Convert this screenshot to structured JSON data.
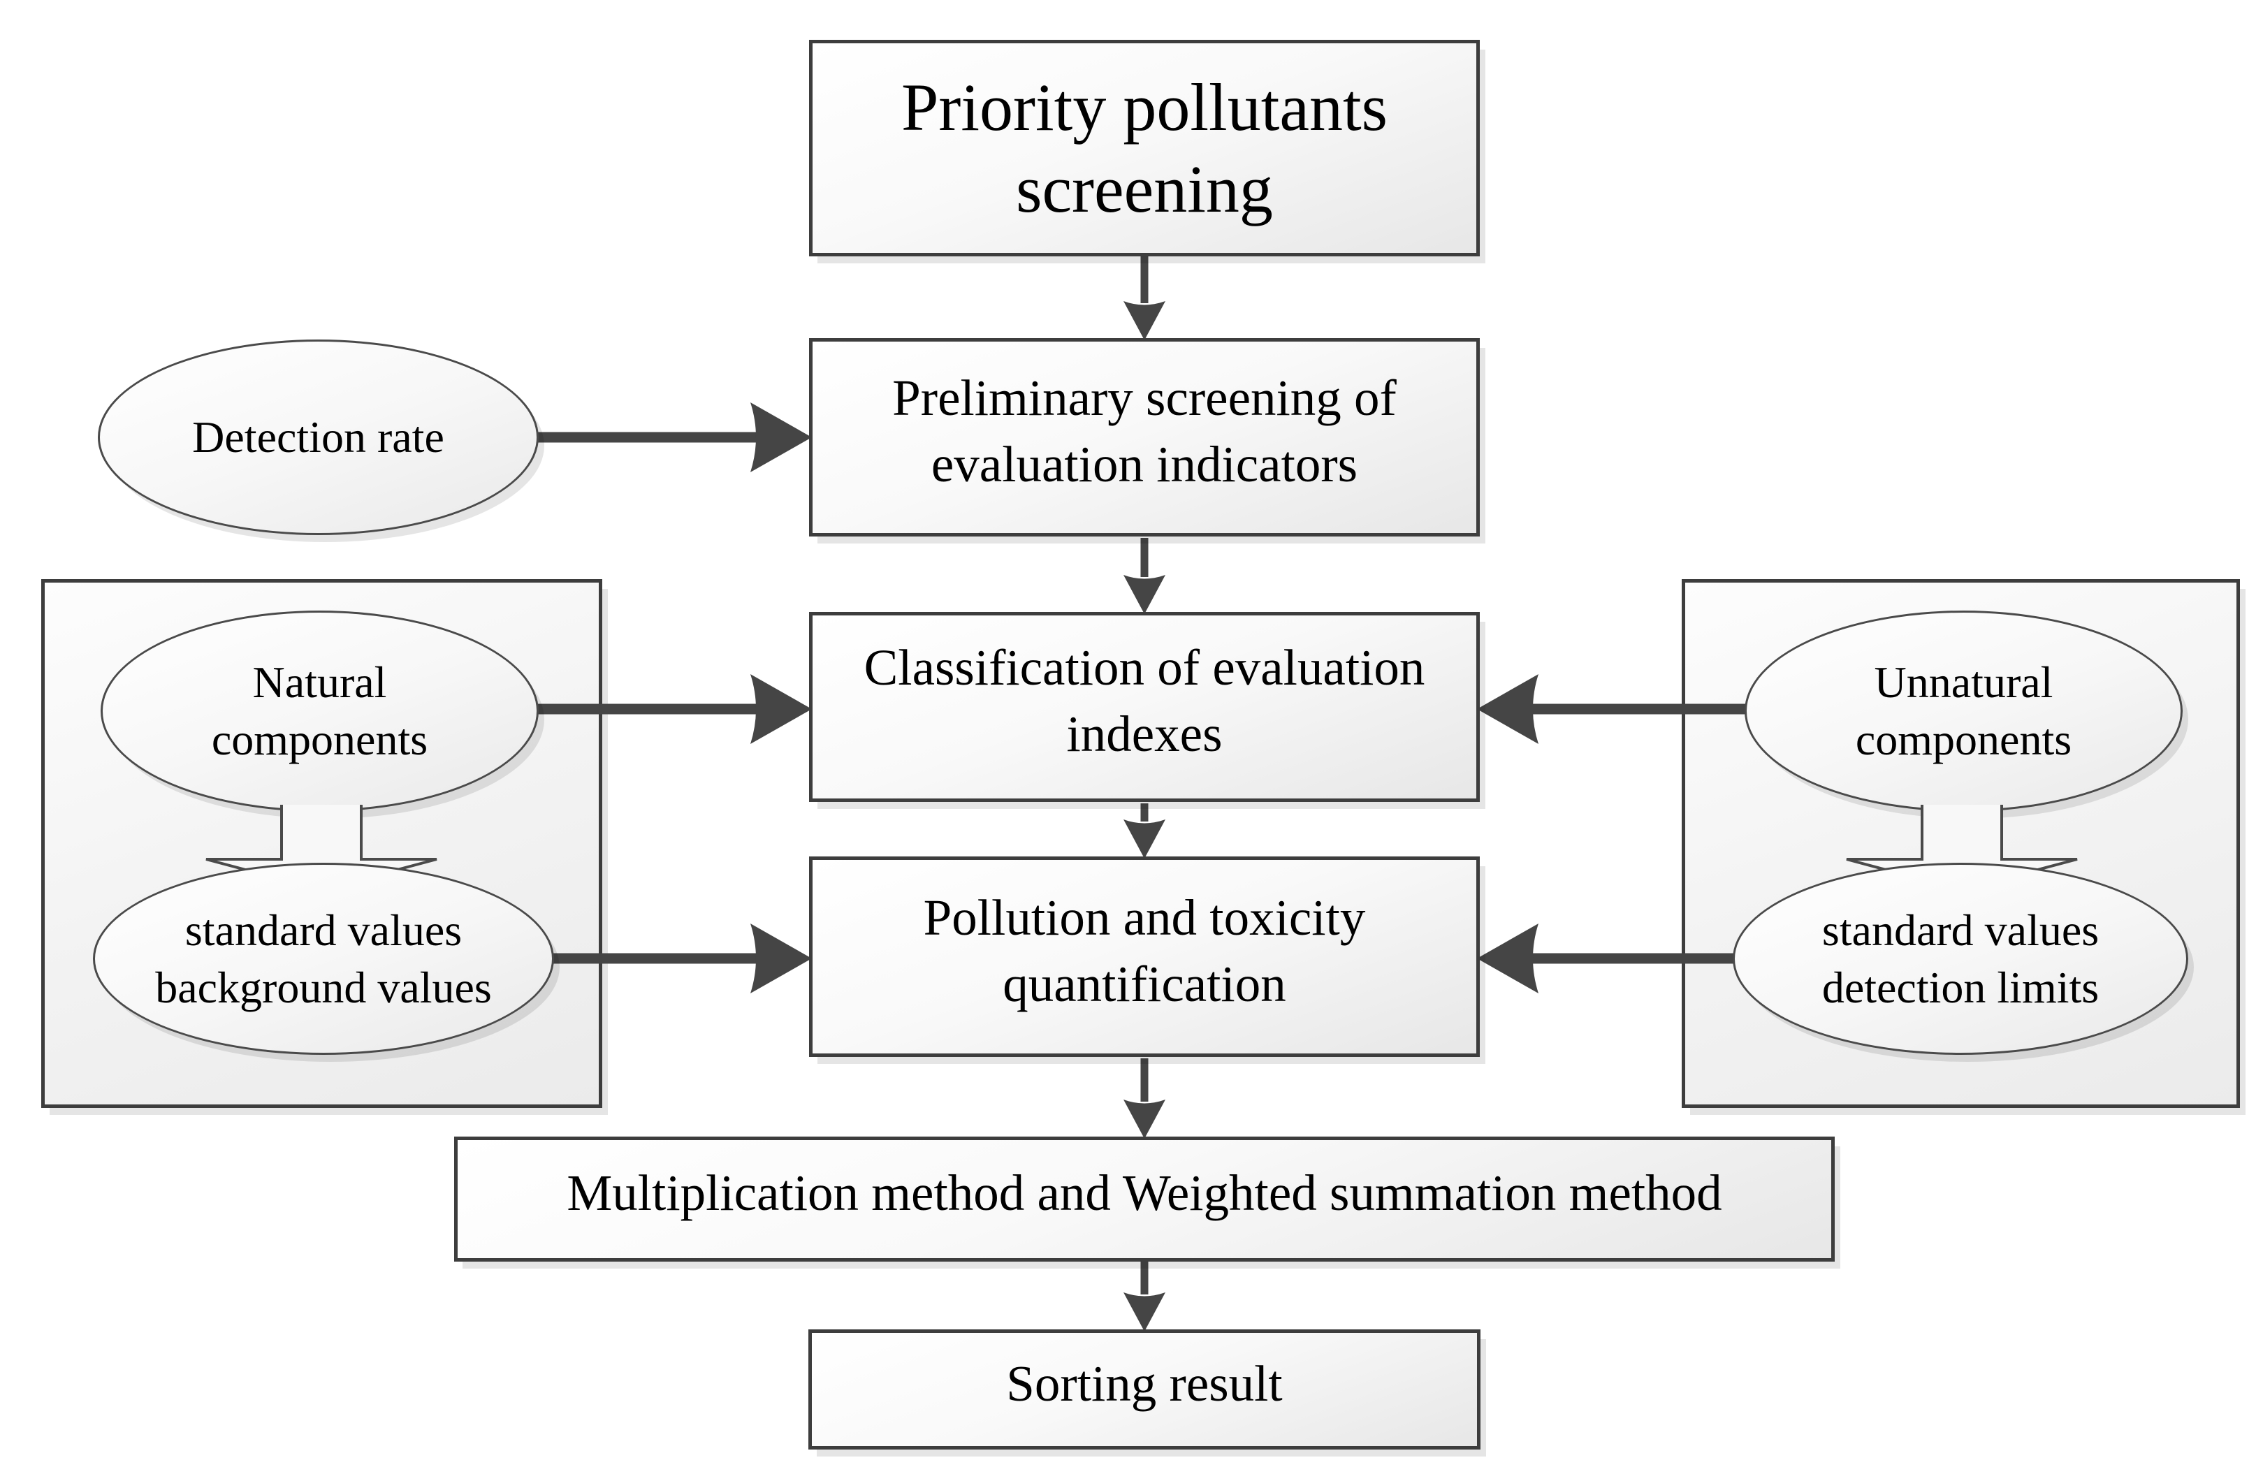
{
  "colors": {
    "background": "#ffffff",
    "box_border": "#3d3d3d",
    "ellipse_border": "#4a4a4a",
    "arrow": "#454545",
    "text": "#000000",
    "shape_fill_top": "#ffffff",
    "shape_fill_bottom": "#e7e7e7"
  },
  "nodes": {
    "title": {
      "label": "Priority pollutants\nscreening"
    },
    "detection_rate": {
      "label": "Detection rate"
    },
    "preliminary": {
      "label": "Preliminary screening of\nevaluation indicators"
    },
    "classification": {
      "label": "Classification of evaluation\nindexes"
    },
    "natural": {
      "label": "Natural\ncomponents"
    },
    "natural_values": {
      "label": "standard values\nbackground values"
    },
    "unnatural": {
      "label": "Unnatural\ncomponents"
    },
    "unnatural_values": {
      "label": "standard values\ndetection limits"
    },
    "pollution": {
      "label": "Pollution and toxicity\nquantification"
    },
    "methods": {
      "label": "Multiplication method and Weighted summation method"
    },
    "sorting": {
      "label": "Sorting result"
    }
  }
}
